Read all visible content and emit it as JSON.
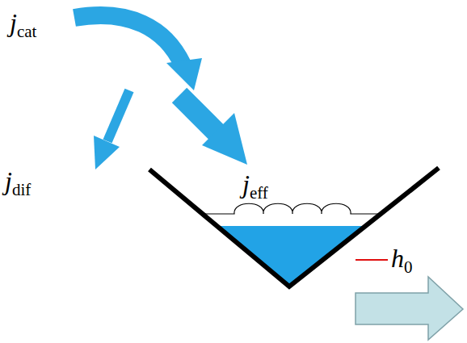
{
  "diagram": {
    "labels": [
      "jcat",
      "jdif",
      "jeff",
      "h0"
    ]
  }
}
